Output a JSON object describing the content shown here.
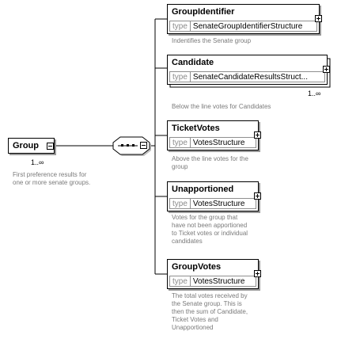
{
  "root": {
    "name": "Group",
    "multiplicity": "1..∞",
    "annotation_lines": [
      "First preference results for",
      "one or more senate groups."
    ]
  },
  "compositor": {
    "kind": "sequence"
  },
  "type_key": "type",
  "children": [
    {
      "name": "GroupIdentifier",
      "type": "SenateGroupIdentifierStructure",
      "multiplicity": "",
      "annotation_lines": [
        "Indentifies the Senate group"
      ]
    },
    {
      "name": "Candidate",
      "type": "SenateCandidateResultsStruct...",
      "multiplicity": "1..∞",
      "annotation_lines": [
        "Below the line votes for Candidates"
      ]
    },
    {
      "name": "TicketVotes",
      "type": "VotesStructure",
      "multiplicity": "",
      "annotation_lines": [
        "Above the line votes for the",
        "group"
      ]
    },
    {
      "name": "Unapportioned",
      "type": "VotesStructure",
      "multiplicity": "",
      "annotation_lines": [
        "Votes for the group that",
        "have not been apportioned",
        "to Ticket votes or individual",
        "candidates"
      ]
    },
    {
      "name": "GroupVotes",
      "type": "VotesStructure",
      "multiplicity": "",
      "annotation_lines": [
        "The total votes received by",
        "the Senate group. This is",
        "then the sum of Candidate,",
        "Ticket Votes and",
        "Unapportioned"
      ]
    }
  ]
}
